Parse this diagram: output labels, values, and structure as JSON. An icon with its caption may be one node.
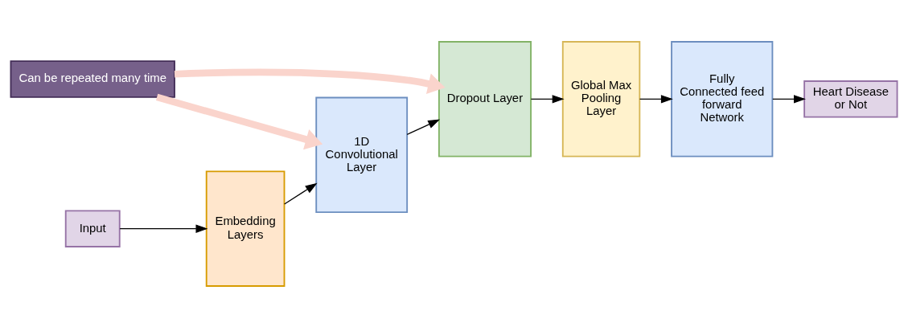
{
  "diagram": {
    "nodes": [
      {
        "text": [
          "Can be repeated many time"
        ]
      },
      {
        "text": [
          "Input"
        ]
      },
      {
        "text": [
          "Embedding Layers"
        ]
      },
      {
        "text": [
          "1D Convolutional Layer"
        ]
      },
      {
        "text": [
          "Dropout Layer"
        ]
      },
      {
        "text": [
          "Global Max Pooling Layer"
        ]
      },
      {
        "text": [
          "Fully Connected feed forward Network"
        ]
      },
      {
        "text": [
          "Heart Disease or Not"
        ]
      }
    ],
    "edges": [
      {
        "from": 0,
        "to": 3,
        "arrow": "to",
        "style": "thick",
        "color": "#fad4cc"
      },
      {
        "from": 0,
        "to": 4,
        "arrow": "to",
        "style": "thick",
        "color": "#fad4cc"
      },
      {
        "from": 1,
        "to": 2,
        "arrow": "to"
      },
      {
        "from": 2,
        "to": 3,
        "arrow": "to"
      },
      {
        "from": 3,
        "to": 4,
        "arrow": "to"
      },
      {
        "from": 4,
        "to": 5,
        "arrow": "to"
      },
      {
        "from": 5,
        "to": 6,
        "arrow": "to"
      },
      {
        "from": 6,
        "to": 7,
        "arrow": "to"
      }
    ]
  }
}
